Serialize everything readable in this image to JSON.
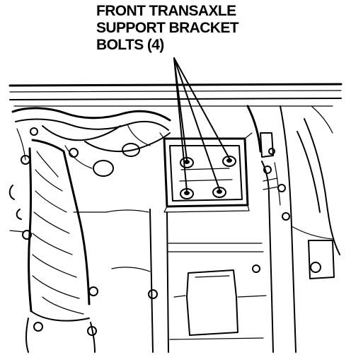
{
  "callout": {
    "line1": "FRONT TRANSAXLE",
    "line2": "SUPPORT BRACKET",
    "line3": "BOLTS (4)"
  },
  "colors": {
    "ink": "#000000",
    "paper": "#ffffff"
  }
}
